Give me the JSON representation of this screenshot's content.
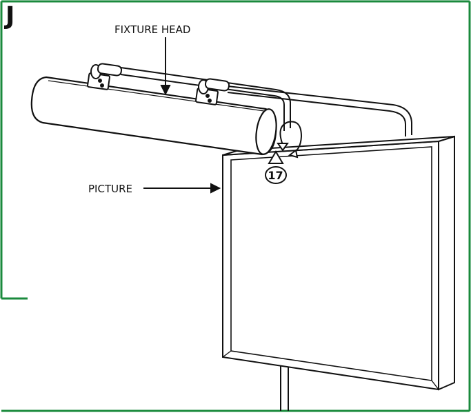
{
  "step_letter": "J",
  "labels": {
    "fixture_head": "FIXTURE HEAD",
    "picture": "PICTURE"
  },
  "callout": {
    "number": "17"
  },
  "colors": {
    "border": "#1a8a3c",
    "line": "#111111",
    "fill": "#ffffff"
  }
}
